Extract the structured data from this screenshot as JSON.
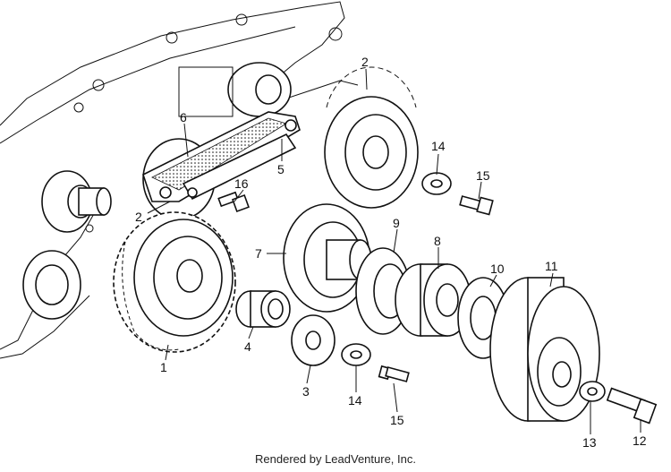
{
  "callouts": [
    {
      "id": "1",
      "label": "1"
    },
    {
      "id": "2",
      "label": "2"
    },
    {
      "id": "2b",
      "label": "2"
    },
    {
      "id": "3",
      "label": "3"
    },
    {
      "id": "4",
      "label": "4"
    },
    {
      "id": "5",
      "label": "5"
    },
    {
      "id": "6",
      "label": "6"
    },
    {
      "id": "7",
      "label": "7"
    },
    {
      "id": "8",
      "label": "8"
    },
    {
      "id": "9",
      "label": "9"
    },
    {
      "id": "10",
      "label": "10"
    },
    {
      "id": "11",
      "label": "11"
    },
    {
      "id": "12",
      "label": "12"
    },
    {
      "id": "13",
      "label": "13"
    },
    {
      "id": "14",
      "label": "14"
    },
    {
      "id": "14b",
      "label": "14"
    },
    {
      "id": "15",
      "label": "15"
    },
    {
      "id": "15b",
      "label": "15"
    },
    {
      "id": "16",
      "label": "16"
    }
  ],
  "footer": {
    "text": "Rendered by LeadVenture, Inc."
  },
  "colors": {
    "ink": "#111111",
    "background": "#ffffff"
  }
}
